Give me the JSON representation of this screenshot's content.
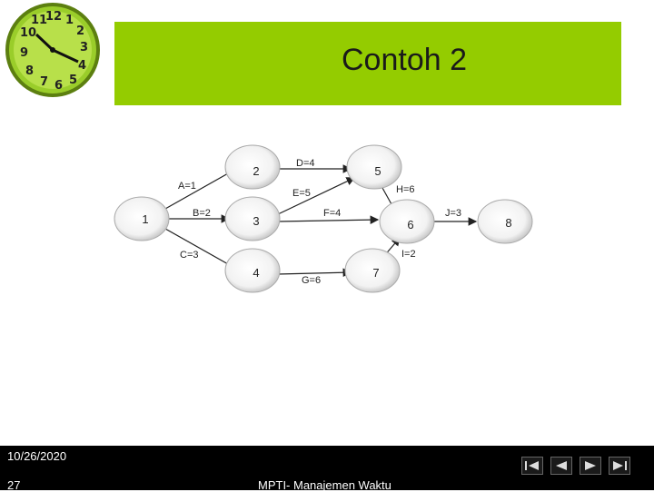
{
  "slide": {
    "title": "Contoh 2"
  },
  "footer": {
    "date": "10/26/2020",
    "page_number": "27",
    "course_title": "MPTI- Manajemen Waktu",
    "nav": [
      "first-icon",
      "previous-icon",
      "next-icon",
      "last-icon"
    ]
  },
  "network": {
    "nodes": [
      "1",
      "2",
      "3",
      "4",
      "5",
      "6",
      "7",
      "8"
    ],
    "activities": [
      {
        "label": "A=1",
        "from": "1",
        "to": "2"
      },
      {
        "label": "B=2",
        "from": "1",
        "to": "3"
      },
      {
        "label": "C=3",
        "from": "1",
        "to": "4"
      },
      {
        "label": "D=4",
        "from": "2",
        "to": "5"
      },
      {
        "label": "E=5",
        "from": "3",
        "to": "5"
      },
      {
        "label": "F=4",
        "from": "3",
        "to": "6"
      },
      {
        "label": "G=6",
        "from": "4",
        "to": "7"
      },
      {
        "label": "H=6",
        "from": "5",
        "to": "6"
      },
      {
        "label": "I=2",
        "from": "7",
        "to": "6"
      },
      {
        "label": "J=3",
        "from": "6",
        "to": "8"
      }
    ]
  },
  "colors": {
    "title_bar": "#94cc00",
    "footer": "#000000"
  }
}
